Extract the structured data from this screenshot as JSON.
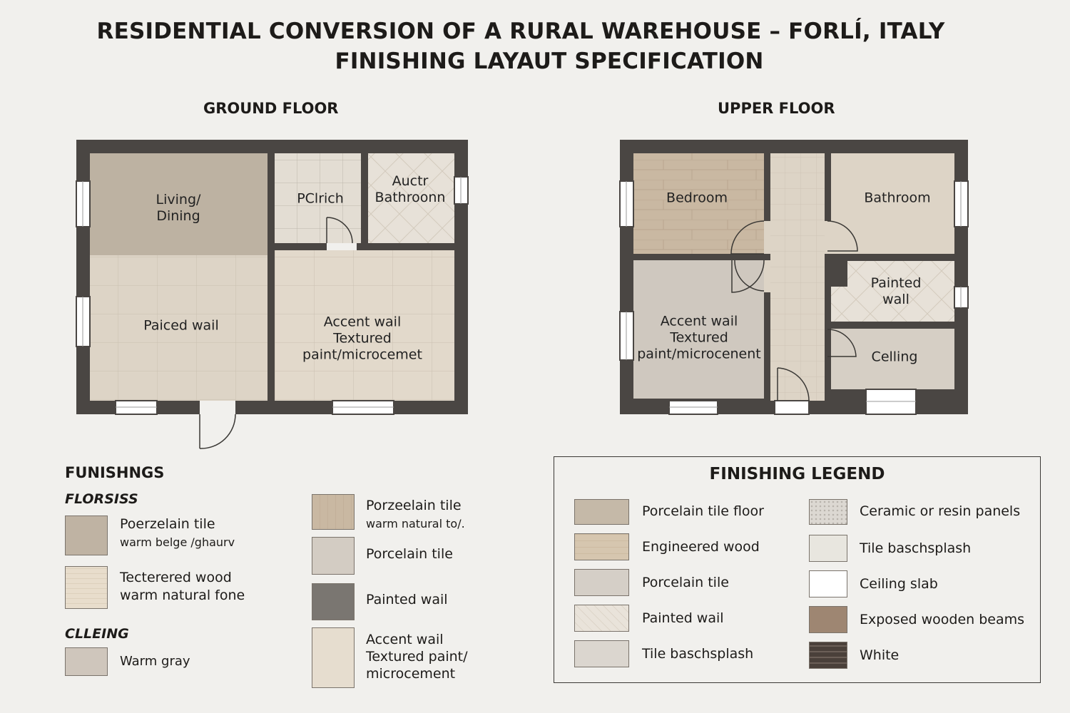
{
  "title": {
    "line1": "RESIDENTIAL CONVERSION OF A RURAL WAREHOUSE – FORLÍ, ITALY",
    "line2": "FINISHING LAYAUT SPECIFICATION"
  },
  "ground_floor": {
    "title": "GROUND FLOOR",
    "rooms": {
      "living": "Living/\nDining",
      "porch": "PClrich",
      "aux_bath": "Auctr\nBathroonn",
      "paiced": "Paiced wail",
      "accent": "Accent wail\nTextured\npaint/microcemet"
    }
  },
  "upper_floor": {
    "title": "UPPER FLOOR",
    "rooms": {
      "bedroom": "Bedroom",
      "bathroom": "Bathroom",
      "painted": "Painted\nwall",
      "accent": "Accent wail\nTextured\npaint/microcenent",
      "ceiling": "Celling"
    }
  },
  "finishings": {
    "heading": "FUNISHNGS",
    "floors_heading": "FLORSISS",
    "ceiling_heading": "CLLEING",
    "left_items": [
      {
        "line1": "Poerzelain tile",
        "line2": "warm belge /ghaurv"
      },
      {
        "line1": "Tecterered wood",
        "line2": "warm natural fone"
      },
      {
        "line1": "Warm gray",
        "line2": ""
      }
    ],
    "mid_items": [
      {
        "line1": "Porzeelain tile",
        "line2": "warm natural to/."
      },
      {
        "line1": "Porcelain tile",
        "line2": ""
      },
      {
        "line1": "Painted wail",
        "line2": ""
      },
      {
        "line1": "Accent wail",
        "line2": "Textured paint/",
        "line3": "microcement"
      }
    ]
  },
  "legend": {
    "title": "FINISHING LEGEND",
    "left": [
      "Porcelain tile floor",
      "Engineered wood",
      "Porcelain tile",
      "Painted wail",
      "Tile baschsplash"
    ],
    "right": [
      "Ceramic or resin panels",
      "Tile baschsplash",
      "Ceiling slab",
      "Exposed wooden beams",
      "White"
    ]
  },
  "colors": {
    "wall": "#4a4643",
    "living": "#bdb2a2",
    "tile_light": "#ddd4c6",
    "accent": "#e2d9cb",
    "bath_tile": "#e7e1d8",
    "wood": "#c9b8a2",
    "gray": "#cfc8bf",
    "painted_gray": "#7a7671",
    "white": "#ffffff"
  }
}
